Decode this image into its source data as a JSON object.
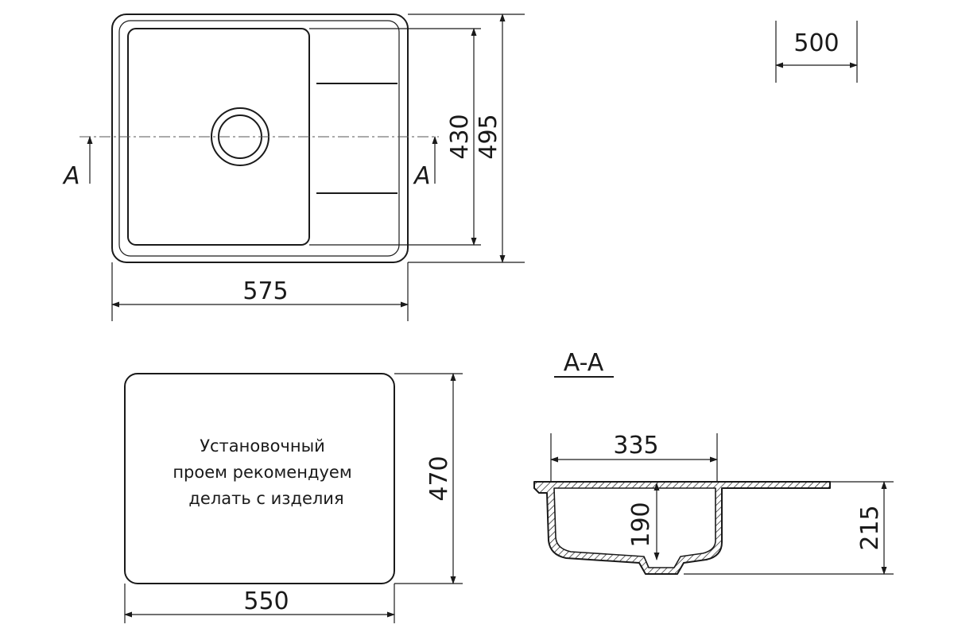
{
  "top_view": {
    "width_label": "575",
    "bowl_height_label": "430",
    "total_height_label": "495",
    "section_left_label": "A",
    "section_right_label": "A"
  },
  "cabinet": {
    "label": "500"
  },
  "cutout": {
    "note_lines": [
      "Установочный",
      "проем рекомендуем",
      "делать с изделия"
    ],
    "width_label": "550",
    "height_label": "470"
  },
  "section": {
    "title": "A-A",
    "bowl_width_label": "335",
    "bowl_depth_label": "190",
    "total_depth_label": "215"
  }
}
